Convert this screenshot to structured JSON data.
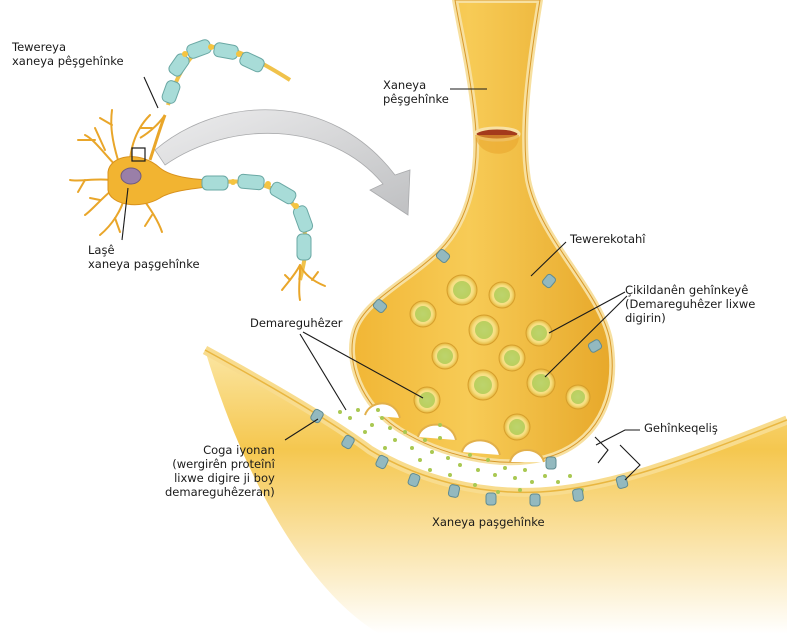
{
  "labels": {
    "presynaptic_terminal": "Tewereya\nxaneya pêşgehînke",
    "cell_body": "Laşê\nxaneya paşgehînke",
    "presynaptic_neuron": "Xaneya\npêşgehînke",
    "axon_terminal": "Tewerekotahî",
    "vesicles": "Çikildanên gehînkeyê\n(Demareguhêzer lixwe\ndigirin)",
    "neurotransmitter": "Demareguhêzer",
    "synaptic_cleft": "Gehînkeqeliş",
    "ion_channel": "Coga iyonan\n(wergirên proteînî\nlixwe digire ji boy\ndemareguhêzeran)",
    "postsynaptic_neuron": "Xaneya paşgehînke"
  },
  "colors": {
    "cell_fill": "#f5c44a",
    "cell_dark": "#e2a222",
    "cell_light": "#fbe39a",
    "membrane": "#f3d98a",
    "myelin": "#a8dcd8",
    "receptor": "#8fb7bd",
    "vesicle_dot": "#9dc54a",
    "arrow": "#cfd0d2"
  }
}
